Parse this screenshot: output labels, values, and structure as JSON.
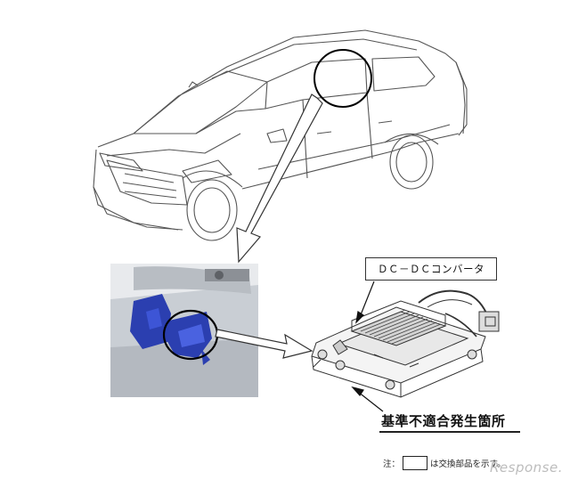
{
  "labels": {
    "component_label": "ＤＣ－ＤＣコンバータ",
    "fault_location": "基準不適合発生箇所",
    "note_prefix": "注：",
    "note_suffix": "は交換部品を示す。",
    "watermark": "Response."
  },
  "colors": {
    "line_art": "#555555",
    "highlight_blue": "#2b3fb0",
    "photo_bg": "#d9dde2",
    "circle": "#000000"
  },
  "icons": [
    "vehicle-outline",
    "callout-arrow-icon",
    "highlight-circle"
  ]
}
